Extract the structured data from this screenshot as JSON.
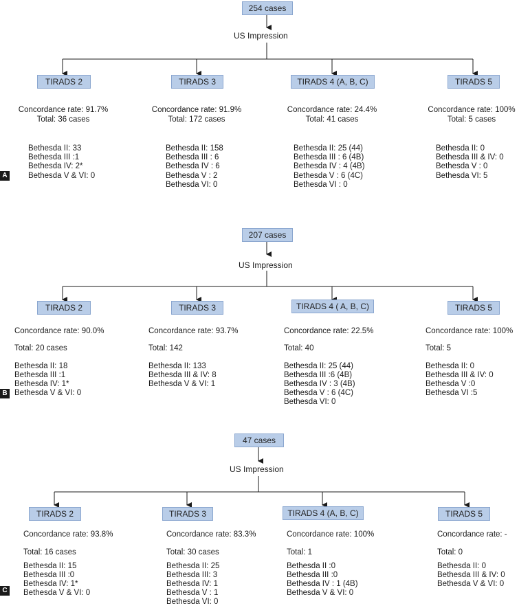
{
  "panels": [
    {
      "label": "A",
      "root": "254 cases",
      "impression": "US Impression",
      "nodes": [
        {
          "title": "TIRADS 2",
          "concordance": "Concordance rate: 91.7%",
          "total": "Total: 36 cases",
          "items": [
            "Bethesda II: 33",
            "Bethesda III :1",
            "Bethesda IV: 2*",
            "Bethesda V & VI: 0"
          ]
        },
        {
          "title": "TIRADS 3",
          "concordance": "Concordance rate: 91.9%",
          "total": "Total: 172 cases",
          "items": [
            "Bethesda II: 158",
            "Bethesda III : 6",
            "Bethesda IV : 6",
            "Bethesda V : 2",
            "Bethesda VI: 0"
          ]
        },
        {
          "title": "TIRADS 4 (A, B, C)",
          "concordance": "Concordance rate: 24.4%",
          "total": "Total: 41 cases",
          "items": [
            "Bethesda II: 25 (44)",
            "Bethesda III : 6 (4B)",
            "Bethesda IV : 4 (4B)",
            "Bethesda V : 6 (4C)",
            "Bethesda VI : 0"
          ]
        },
        {
          "title": "TIRADS 5",
          "concordance": "Concordance rate: 100%",
          "total": "Total: 5 cases",
          "items": [
            "Bethesda II: 0",
            "Bethesda III & IV: 0",
            "Bethesda V : 0",
            "Bethesda VI: 5"
          ]
        }
      ]
    },
    {
      "label": "B",
      "root": "207 cases",
      "impression": "US Impression",
      "nodes": [
        {
          "title": "TIRADS 2",
          "concordance": "Concordance rate: 90.0%",
          "total": "Total: 20 cases",
          "items": [
            "Bethesda II: 18",
            "Bethesda III :1",
            "Bethesda IV: 1*",
            "Bethesda V & VI: 0"
          ]
        },
        {
          "title": "TIRADS 3",
          "concordance": "Concordance rate: 93.7%",
          "total": "Total: 142",
          "items": [
            "Bethesda II: 133",
            "Bethesda III & IV: 8",
            "Bethesda V & VI: 1"
          ]
        },
        {
          "title": "TIRADS 4 ( A, B, C)",
          "concordance": "Concordance rate: 22.5%",
          "total": "Total: 40",
          "items": [
            "Bethesda II: 25 (44)",
            "Bethesda III :6 (4B)",
            "Bethesda IV : 3 (4B)",
            "Bethesda V : 6 (4C)",
            "Bethesda VI: 0"
          ]
        },
        {
          "title": "TIRADS 5",
          "concordance": "Concordance rate: 100%",
          "total": "Total: 5",
          "items": [
            "Bethesda II: 0",
            "Bethesda III & IV: 0",
            "Bethesda V :0",
            "Bethesda VI :5"
          ]
        }
      ]
    },
    {
      "label": "C",
      "root": "47 cases",
      "impression": "US Impression",
      "nodes": [
        {
          "title": "TIRADS 2",
          "concordance": "Concordance rate: 93.8%",
          "total": "Total: 16 cases",
          "items": [
            "Bethesda II: 15",
            "Bethesda III :0",
            "Bethesda IV: 1*",
            "Bethesda V & VI: 0"
          ]
        },
        {
          "title": "TIRADS 3",
          "concordance": "Concordance rate: 83.3%",
          "total": "Total: 30 cases",
          "items": [
            "Bethesda II: 25",
            "Bethesda III: 3",
            "Bethesda IV: 1",
            "Bethesda V : 1",
            "Bethesda VI: 0"
          ]
        },
        {
          "title": "TIRADS 4 (A, B, C)",
          "concordance": "Concordance rate: 100%",
          "total": "Total: 1",
          "items": [
            "Bethesda II :0",
            "Bethesda III :0",
            "Bethesda IV : 1 (4B)",
            "Bethesda V & VI: 0"
          ]
        },
        {
          "title": "TIRADS 5",
          "concordance": "Concordance rate: -",
          "total": "Total: 0",
          "items": [
            "Bethesda II: 0",
            "Bethesda III & IV: 0",
            "Bethesda V & VI: 0"
          ]
        }
      ]
    }
  ]
}
